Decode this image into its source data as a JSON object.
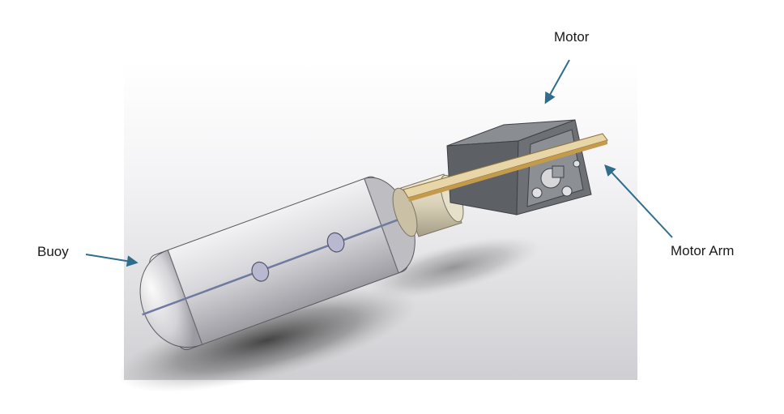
{
  "figure": {
    "labels": {
      "motor": "Motor",
      "motor_arm": "Motor Arm",
      "buoy": "Buoy"
    },
    "colors": {
      "arrow": "#2e6e8c",
      "buoy_body": "#d7d7dc",
      "motor_housing": "#6d7175",
      "coupling": "#d8cfb6",
      "arm": "#d9c08a"
    },
    "parts": [
      "buoy",
      "coupling",
      "motor-arm",
      "motor-housing"
    ]
  }
}
